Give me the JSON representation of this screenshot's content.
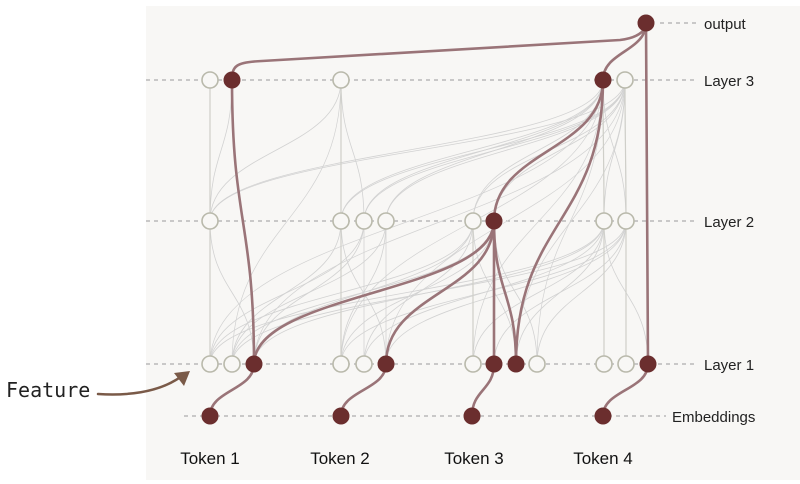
{
  "layers": [
    {
      "id": "output",
      "label": "output"
    },
    {
      "id": "layer3",
      "label": "Layer 3"
    },
    {
      "id": "layer2",
      "label": "Layer 2"
    },
    {
      "id": "layer1",
      "label": "Layer 1"
    },
    {
      "id": "embeddings",
      "label": "Embeddings"
    }
  ],
  "tokens": [
    {
      "id": "t1",
      "label": "Token 1"
    },
    {
      "id": "t2",
      "label": "Token 2"
    },
    {
      "id": "t3",
      "label": "Token 3"
    },
    {
      "id": "t4",
      "label": "Token 4"
    }
  ],
  "annotation": {
    "label": "Feature"
  },
  "colors": {
    "active": "#6b2e2e",
    "active_edge": "#9a7478",
    "inactive_stroke": "#b9b9ab",
    "inactive_fill": "#f8f7f5",
    "faint_edge": "#d2d2d2",
    "dashed_line": "#9a9a9a"
  }
}
